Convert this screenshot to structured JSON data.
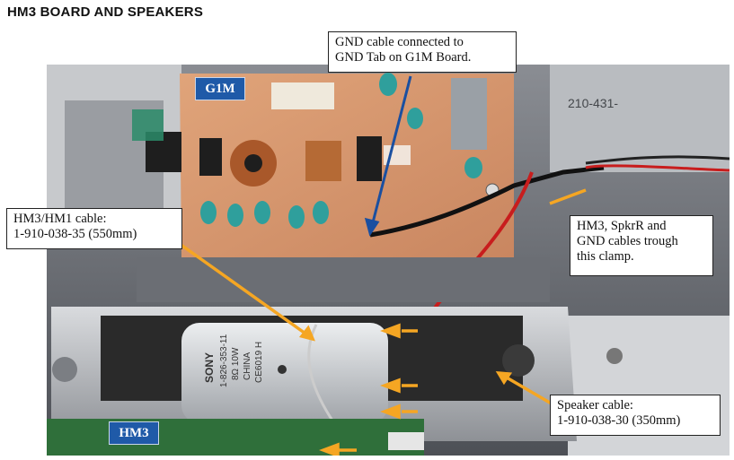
{
  "page_title": "HM3 BOARD AND SPEAKERS",
  "board_labels": {
    "g1m": "G1M",
    "hm3": "HM3"
  },
  "callouts": {
    "gnd_cable": {
      "line1": "GND cable connected to",
      "line2": "GND Tab on G1M Board."
    },
    "hm3_hm1_cable": {
      "line1": "HM3/HM1 cable:",
      "line2": "1-910-038-35 (550mm)"
    },
    "clamp": {
      "line1": "HM3, SpkrR and",
      "line2": "GND cables trough",
      "line3": "this clamp."
    },
    "speaker_cable": {
      "line1": "Speaker cable:",
      "line2": "1-910-038-30 (350mm)"
    }
  },
  "speaker_label": {
    "brand": "SONY",
    "part": "1-826-353-11",
    "rating": "8Ω 10W",
    "origin": "CHINA",
    "code": "CE6019 H"
  },
  "chassis_marking": "210-431-",
  "colors": {
    "arrow_orange": "#f5a623",
    "arrow_blue": "#1a4fa0",
    "board_tag_blue": "#1f5aa8"
  }
}
